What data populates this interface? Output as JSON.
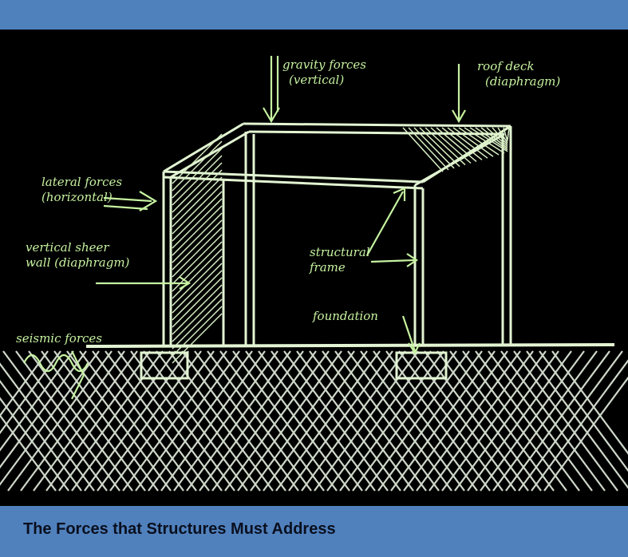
{
  "caption": "The Forces that Structures Must Address",
  "labels": {
    "gravity": [
      "gravity forces",
      "(vertical)"
    ],
    "roof_deck": [
      "roof deck",
      "(diaphragm)"
    ],
    "lateral": [
      "lateral forces",
      "(horizontal)"
    ],
    "shear_wall": [
      "vertical sheer",
      "wall (diaphragm)"
    ],
    "frame": [
      "structural",
      "frame"
    ],
    "foundation": "foundation",
    "seismic": "seismic forces"
  },
  "colors": {
    "bar": "#4f81bd",
    "chalk": "#e8f5d8",
    "label": "#c6f2a0"
  }
}
